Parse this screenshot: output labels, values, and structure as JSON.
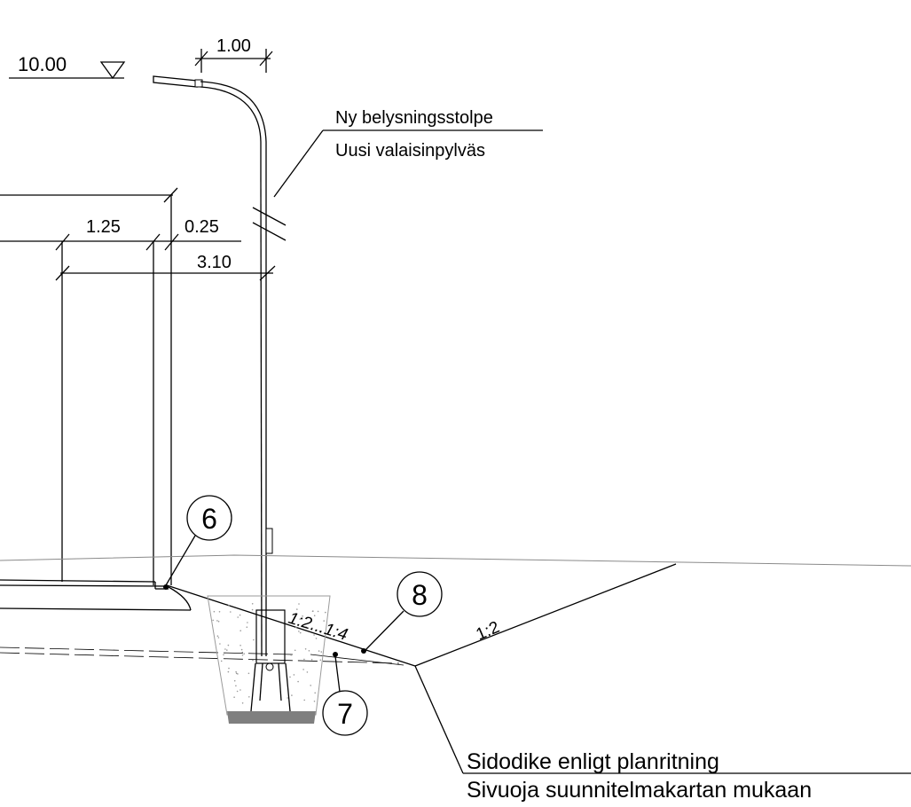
{
  "drawing": {
    "level": "10.00",
    "dimensions": {
      "arm_reach": "1.00",
      "d1": "1.25",
      "d2": "0.25",
      "d3": "3.10"
    },
    "pole_label": {
      "line1": "Ny belysningsstolpe",
      "line2": "Uusi valaisinpylväs"
    },
    "markers": {
      "m6": "6",
      "m7": "7",
      "m8": "8"
    },
    "slopes": {
      "inner": "1:2...1:4",
      "outer": "1:2"
    },
    "ditch_label": {
      "line1": "Sidodike enligt planritning",
      "line2": "Sivuoja suunnitelmakartan mukaan"
    },
    "colors": {
      "ink": "#000000",
      "ground": "#8a8a8a",
      "foundation_base": "#7f7f7f",
      "fill_dots": "#9a9a9a"
    }
  }
}
